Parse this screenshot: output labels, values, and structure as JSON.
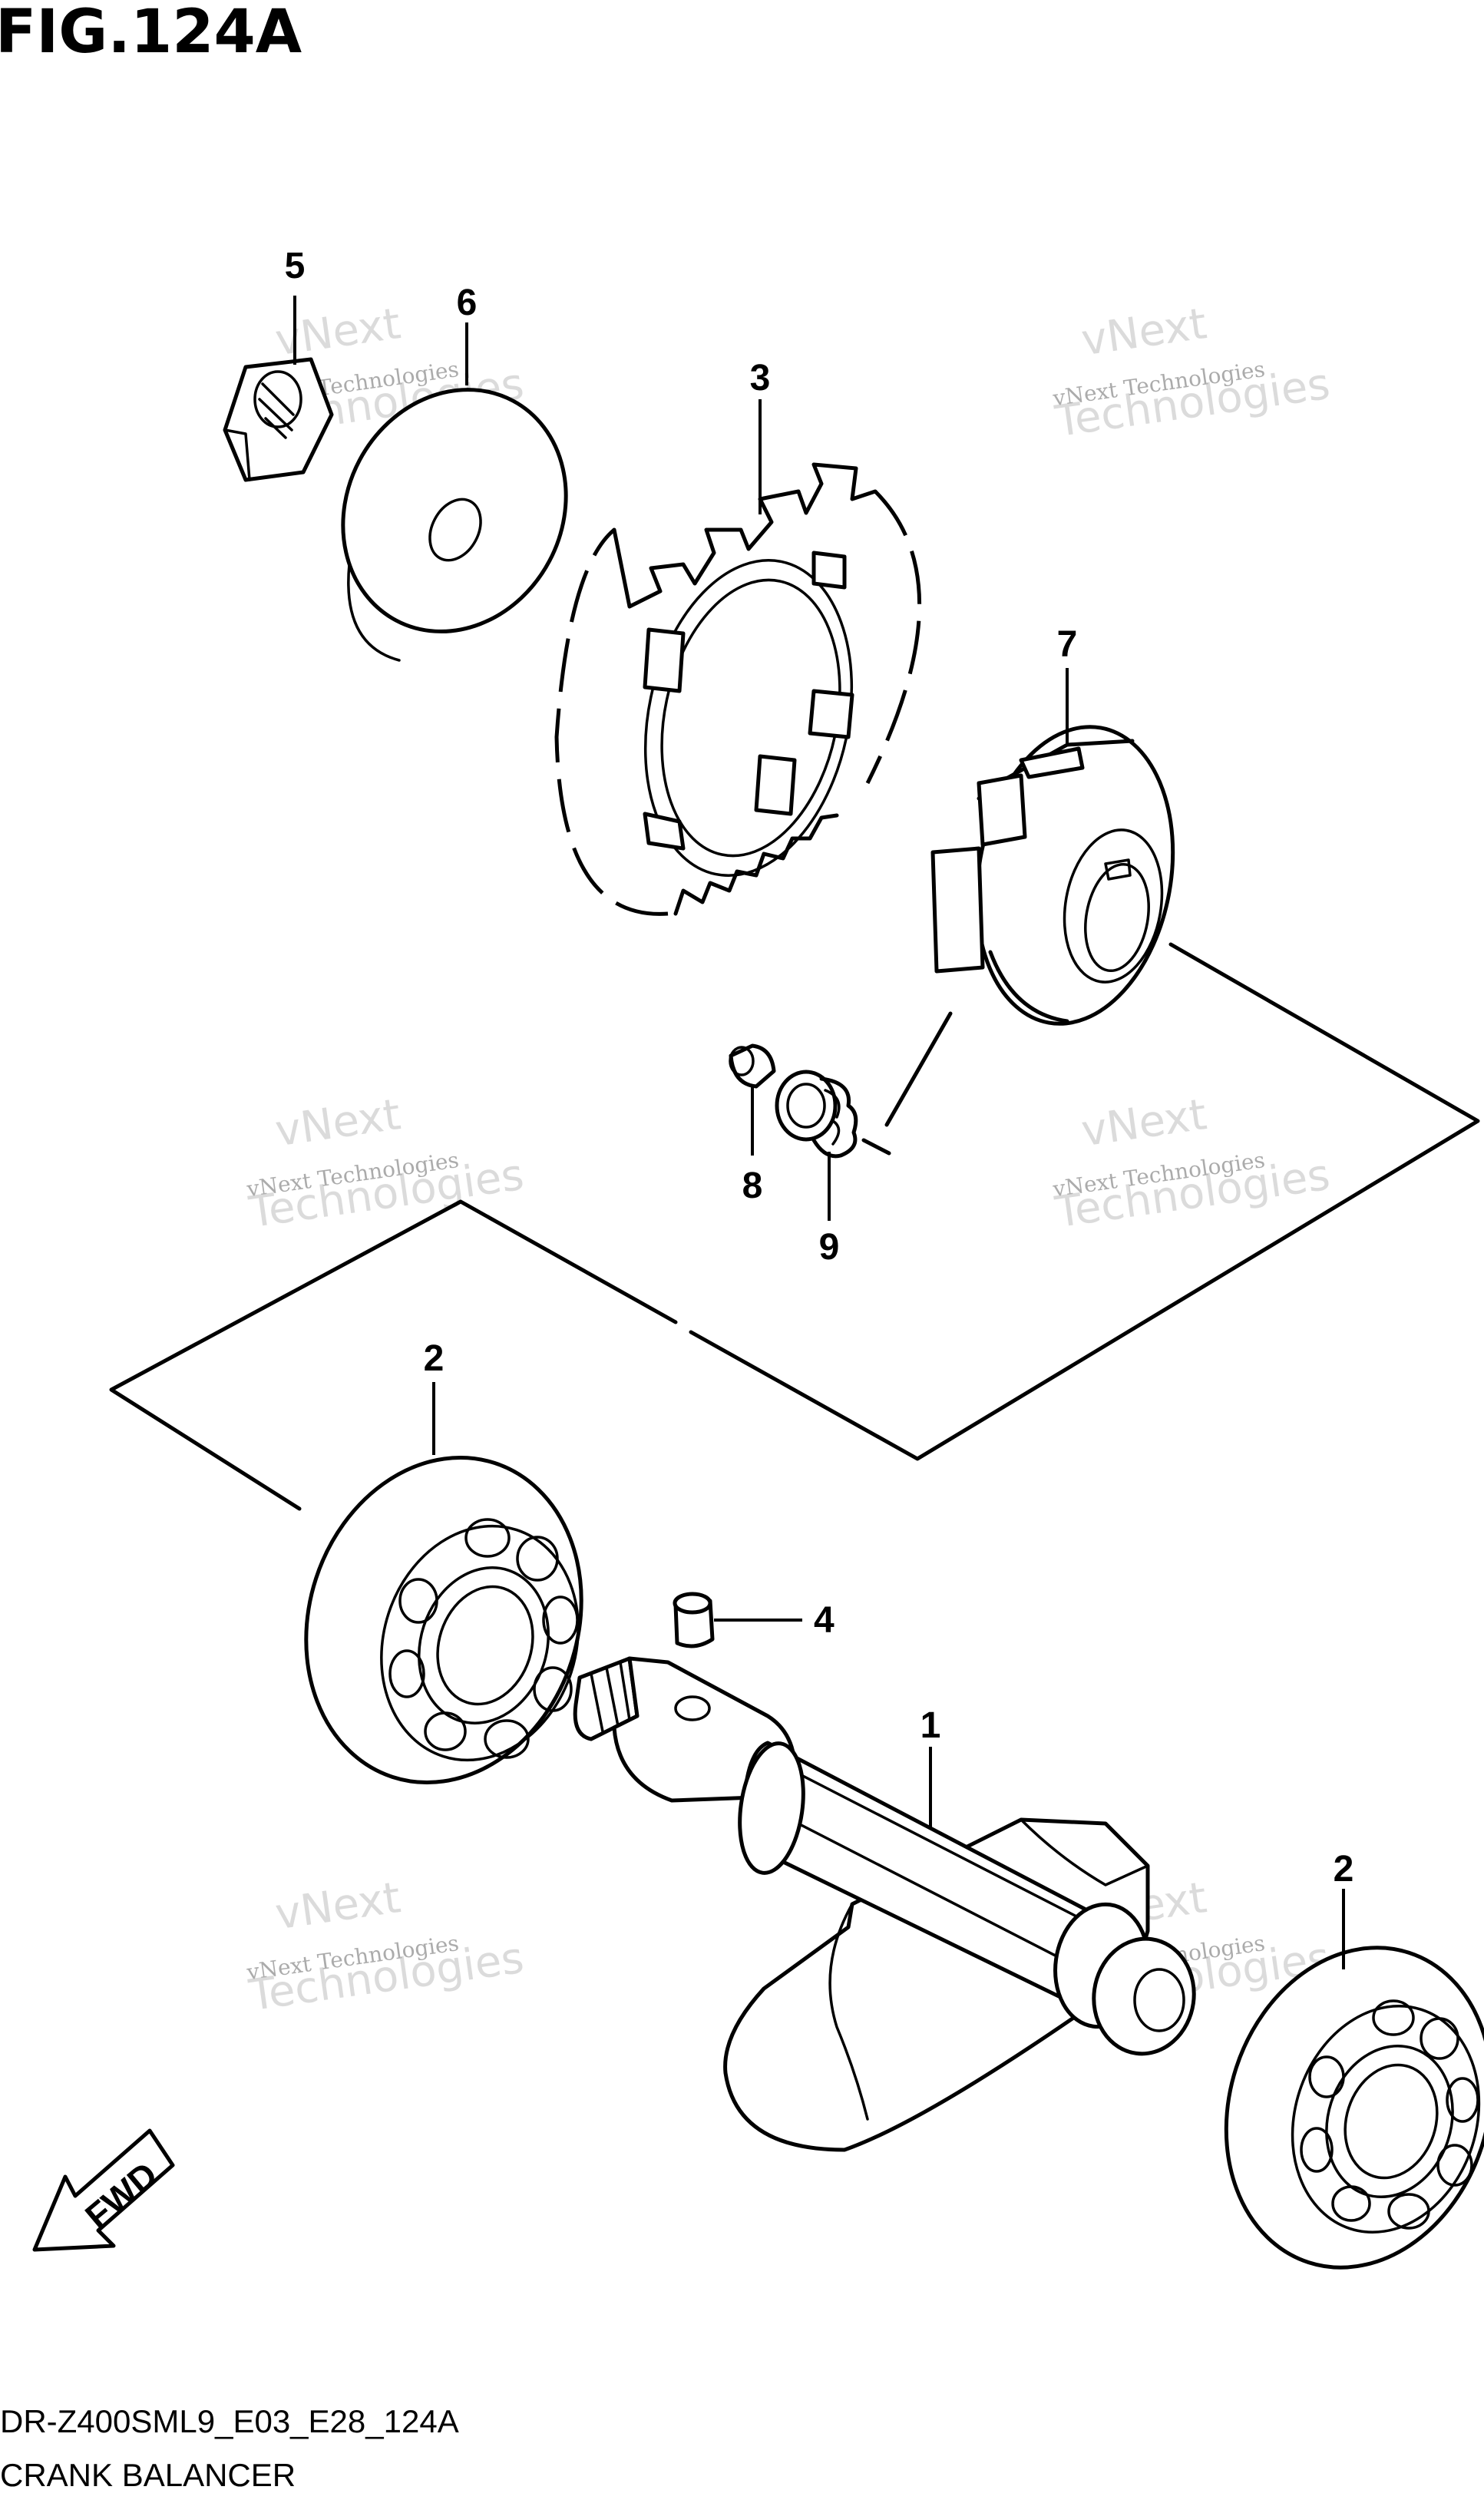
{
  "figure": {
    "title": "FIG.124A",
    "code": "DR-Z400SML9_E03_E28_124A",
    "name": "CRANK BALANCER"
  },
  "watermark": {
    "line1": "vNext Technologies",
    "line2a": "vNext",
    "line2b": "Technologies"
  },
  "fwd_label": "FWD",
  "callouts": {
    "c1": "1",
    "c2a": "2",
    "c2b": "2",
    "c3": "3",
    "c4": "4",
    "c5": "5",
    "c6": "6",
    "c7": "7",
    "c8": "8",
    "c9": "9"
  }
}
